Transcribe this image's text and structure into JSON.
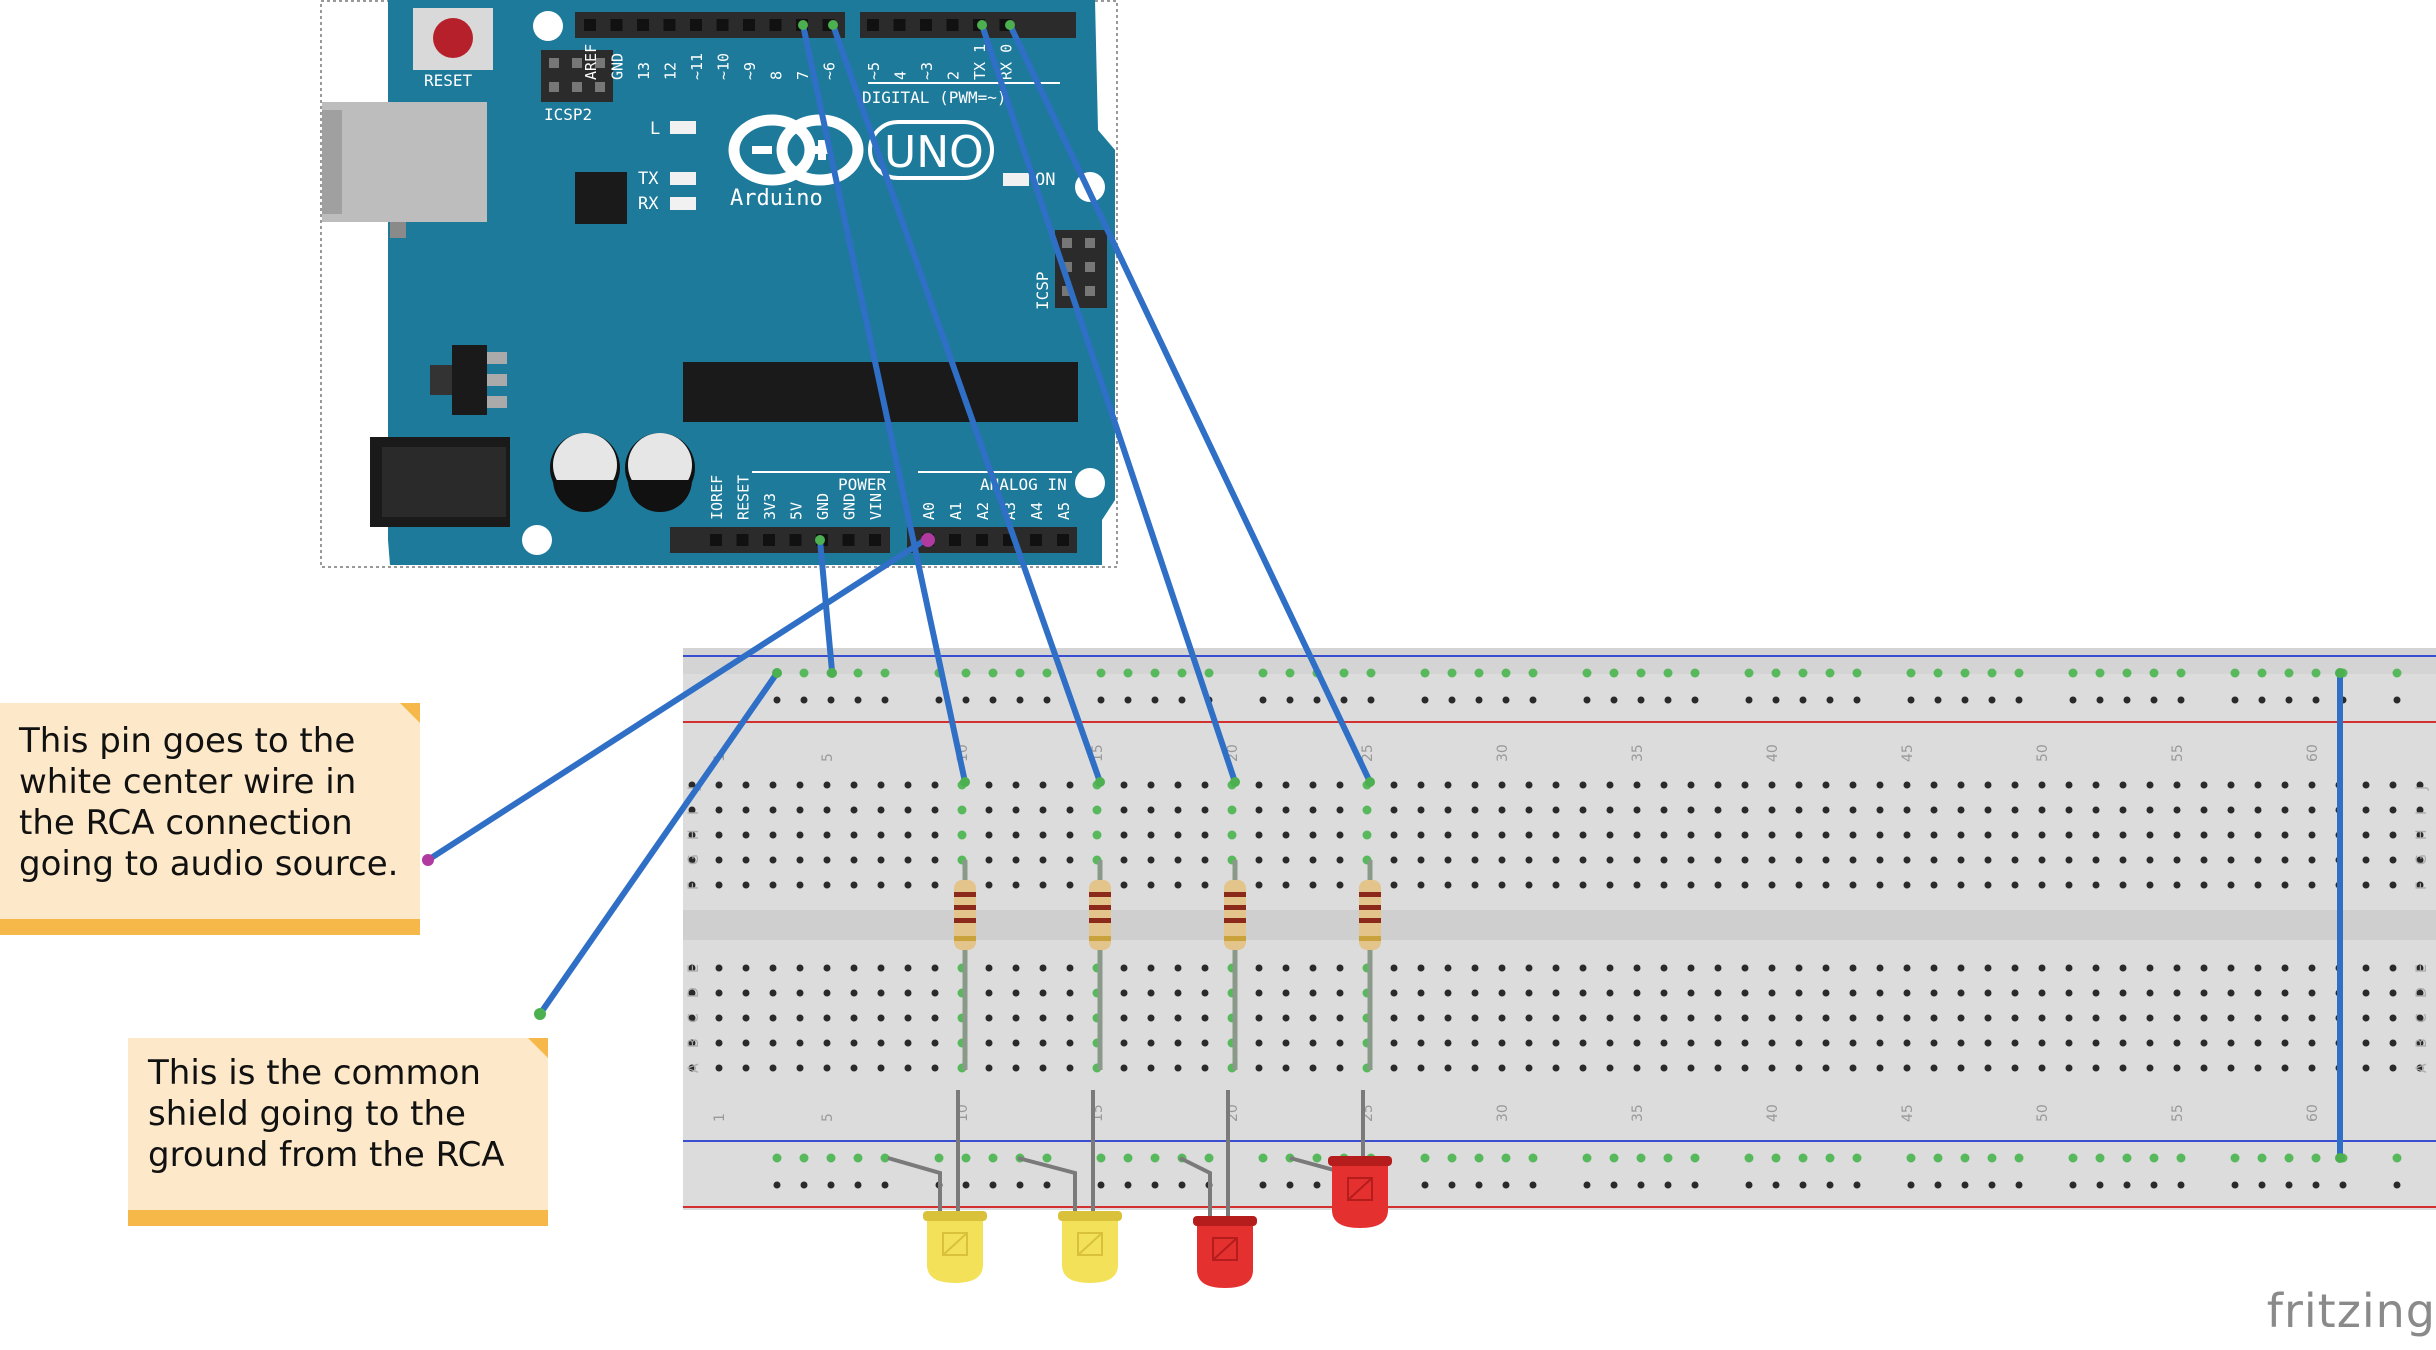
{
  "notes": {
    "rca_signal": "This pin goes to the\nwhite center wire in\nthe RCA connection\ngoing to audio source.",
    "rca_ground": "This is the common\nshield going to the\nground from the RCA"
  },
  "arduino": {
    "reset_label": "RESET",
    "icsp2_label": "ICSP2",
    "icsp_label": "ICSP",
    "l_label": "L",
    "tx_label": "TX",
    "rx_label": "RX",
    "on_label": "ON",
    "brand": "Arduino",
    "model": "UNO",
    "digital_label": "DIGITAL (PWM=~)",
    "power_label": "POWER",
    "analog_label": "ANALOG IN",
    "digital_pins": [
      "AREF",
      "GND",
      "13",
      "12",
      "~11",
      "~10",
      "~9",
      "8",
      "7",
      "~6",
      "~5",
      "4",
      "~3",
      "2",
      "TX 1",
      "RX 0"
    ],
    "power_pins": [
      "IOREF",
      "RESET",
      "3V3",
      "5V",
      "GND",
      "GND",
      "VIN"
    ],
    "analog_pins": [
      "A0",
      "A1",
      "A2",
      "A3",
      "A4",
      "A5"
    ]
  },
  "breadboard": {
    "column_numbers": [
      "1",
      "5",
      "10",
      "15",
      "20",
      "25",
      "30",
      "35",
      "40",
      "45",
      "50",
      "55",
      "60"
    ],
    "row_letters_top": [
      "J",
      "I",
      "H",
      "G",
      "F"
    ],
    "row_letters_bottom": [
      "E",
      "D",
      "C",
      "B",
      "A"
    ]
  },
  "components": {
    "led_colors": [
      "yellow",
      "yellow",
      "red",
      "red"
    ],
    "resistor_count": 4
  },
  "colors": {
    "arduino_board": "#1d7a9b",
    "wire": "#2f6fc6",
    "note_bg": "#fde9c9",
    "note_bar": "#f7b84a",
    "breadboard": "#dcdcdc",
    "rail_blue": "#3a4fcf",
    "rail_red": "#d33030"
  },
  "brand_logo": "fritzing"
}
